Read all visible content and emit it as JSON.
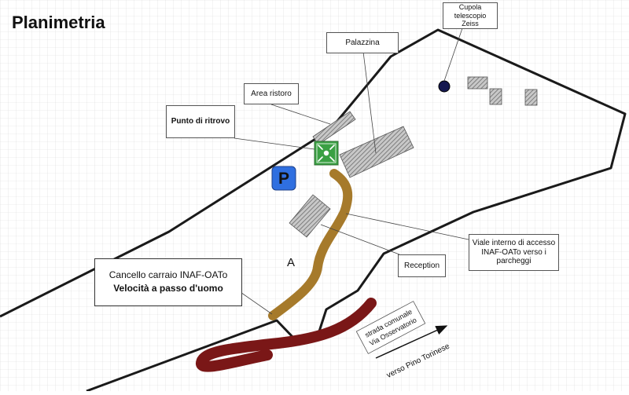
{
  "page": {
    "title": "Planimetria"
  },
  "labels": {
    "cupola_line1": "Cupola",
    "cupola_line2": "telescopio",
    "cupola_line3": "Zeiss",
    "palazzina": "Palazzina",
    "area_ristoro": "Area ristoro",
    "punto_ritrovo": "Punto di ritrovo",
    "viale_line1": "Viale interno di accesso",
    "viale_line2": "INAF-OATo  verso i",
    "viale_line3": "parcheggi",
    "reception": "Reception",
    "cancello_line1": "Cancello carraio  INAF-OATo",
    "cancello_line2": "Velocità a passo d'uomo",
    "strada_line1": "strada comunale",
    "strada_line2": "Via Osservatorio",
    "verso": "verso Pino Torinese",
    "area_a": "A",
    "parking": "P"
  },
  "colors": {
    "grid": "#d9d9d9",
    "boundary": "#1a1a1a",
    "internal_road": "#a67a2b",
    "public_road": "#7a1717",
    "building_hatch": "#8c8c8c",
    "parking_sign": "#2f6fe0",
    "meeting_sign": "#3aa043",
    "dome": "#14174f"
  }
}
